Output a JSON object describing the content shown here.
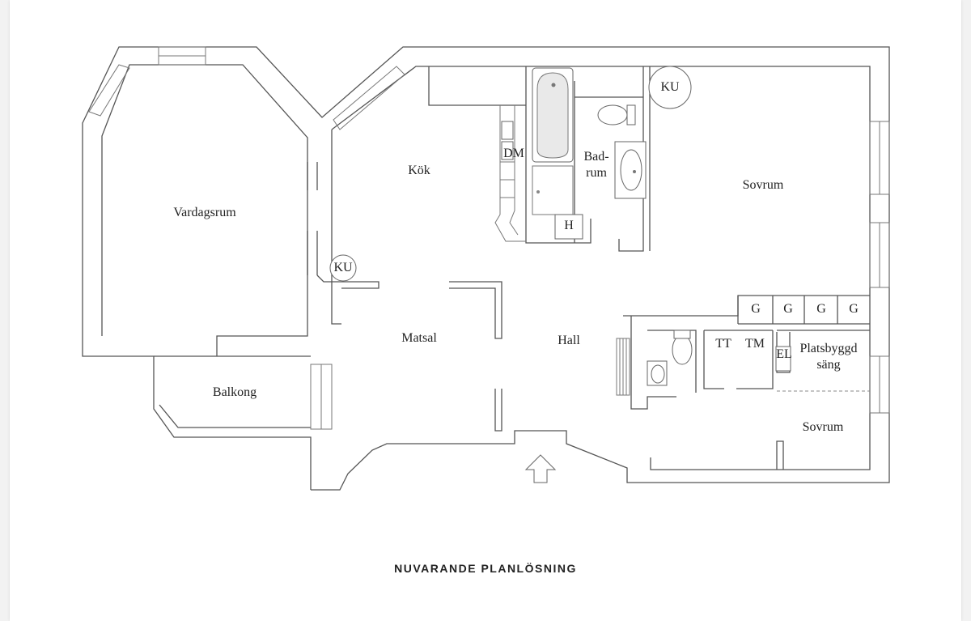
{
  "caption": "NUVARANDE PLANLÖSNING",
  "rooms": {
    "vardagsrum": "Vardagsrum",
    "kok": "Kök",
    "matsal": "Matsal",
    "hall": "Hall",
    "balkong": "Balkong",
    "badrum_line1": "Bad-",
    "badrum_line2": "rum",
    "sovrum_main": "Sovrum",
    "sovrum_small": "Sovrum",
    "platsbyggd_line1": "Platsbyggd",
    "platsbyggd_line2": "säng"
  },
  "fixtures": {
    "ku_top": "KU",
    "ku_left": "KU",
    "dm": "DM",
    "h": "H",
    "g1": "G",
    "g2": "G",
    "g3": "G",
    "g4": "G",
    "tt": "TT",
    "tm": "TM",
    "el": "EL"
  }
}
